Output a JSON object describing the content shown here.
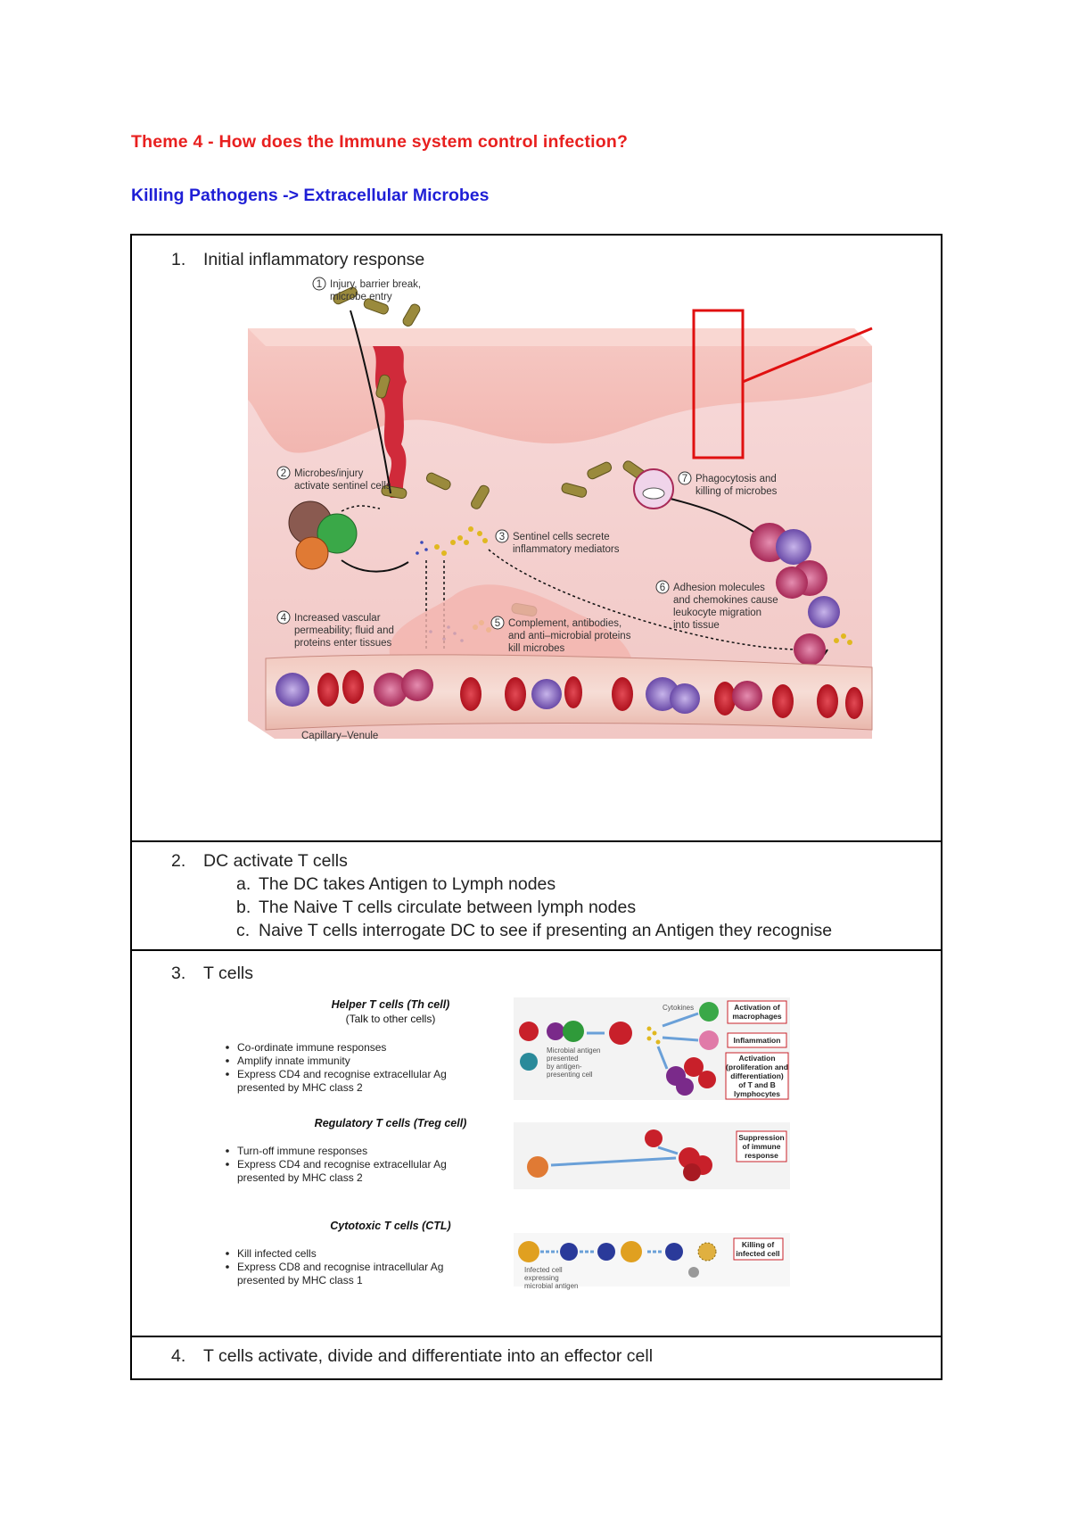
{
  "title": "Theme 4 - How does the Immune system control infection?",
  "subtitle": "Killing Pathogens -> Extracellular Microbes",
  "sections": [
    {
      "num": "1.",
      "text": "Initial inflammatory response"
    },
    {
      "num": "2.",
      "text": "DC activate T cells",
      "items": [
        {
          "letter": "a.",
          "text": "The DC takes Antigen to Lymph nodes"
        },
        {
          "letter": "b.",
          "text": "The Naive T cells circulate between lymph nodes"
        },
        {
          "letter": "c.",
          "text": "Naive T cells interrogate DC to see if presenting an Antigen they recognise"
        }
      ]
    },
    {
      "num": "3.",
      "text": "T cells"
    },
    {
      "num": "4.",
      "text": "T cells activate, divide and differentiate into an effector cell"
    }
  ],
  "inflammation_figure": {
    "steps": [
      {
        "n": "1",
        "lines": [
          "Injury, barrier break,",
          "microbe entry"
        ]
      },
      {
        "n": "2",
        "lines": [
          "Microbes/injury",
          "activate sentinel cells"
        ]
      },
      {
        "n": "3",
        "lines": [
          "Sentinel cells secrete",
          "inflammatory mediators"
        ]
      },
      {
        "n": "4",
        "lines": [
          "Increased vascular",
          "permeability; fluid and",
          "proteins enter tissues"
        ]
      },
      {
        "n": "5",
        "lines": [
          "Complement, antibodies,",
          "and anti–microbial proteins",
          "kill microbes"
        ]
      },
      {
        "n": "6",
        "lines": [
          "Adhesion molecules",
          "and chemokines cause",
          "leukocyte migration",
          "into tissue"
        ]
      },
      {
        "n": "7",
        "lines": [
          "Phagocytosis and",
          "killing of microbes"
        ]
      }
    ],
    "vessel_label": "Capillary–Venule"
  },
  "tcells_figure": {
    "helper": {
      "heading": "Helper T cells (Th cell)",
      "sub": "(Talk to other cells)",
      "bullets": [
        "Co-ordinate immune responses",
        "Amplify innate immunity",
        "Express CD4 and recognise extracellular Ag",
        "presented by MHC class 2"
      ],
      "diagram": {
        "cytokines": "Cytokines",
        "apc_lines": [
          "Microbial antigen",
          "presented",
          "by antigen-",
          "presenting cell"
        ],
        "boxes": [
          [
            "Activation of",
            "macrophages"
          ],
          [
            "Inflammation"
          ],
          [
            "Activation",
            "(proliferation and",
            "differentiation)",
            "of T and B",
            "lymphocytes"
          ]
        ]
      }
    },
    "treg": {
      "heading": "Regulatory T cells (Treg cell)",
      "bullets": [
        "Turn-off immune responses",
        "Express CD4 and recognise extracellular Ag",
        "presented by MHC class 2"
      ],
      "diagram": {
        "box": [
          "Suppression",
          "of immune",
          "response"
        ]
      }
    },
    "ctl": {
      "heading": "Cytotoxic T cells (CTL)",
      "bullets": [
        "Kill infected cells",
        "Express CD8 and recognise intracellular Ag",
        "presented by MHC class 1"
      ],
      "diagram": {
        "infected_lines": [
          "Infected cell",
          "expressing",
          "microbial antigen"
        ],
        "box": [
          "Killing of",
          "infected cell"
        ]
      }
    }
  },
  "colors": {
    "title": "#e8201f",
    "subtitle": "#1f1fd6",
    "highlight_box": "#e01010"
  }
}
